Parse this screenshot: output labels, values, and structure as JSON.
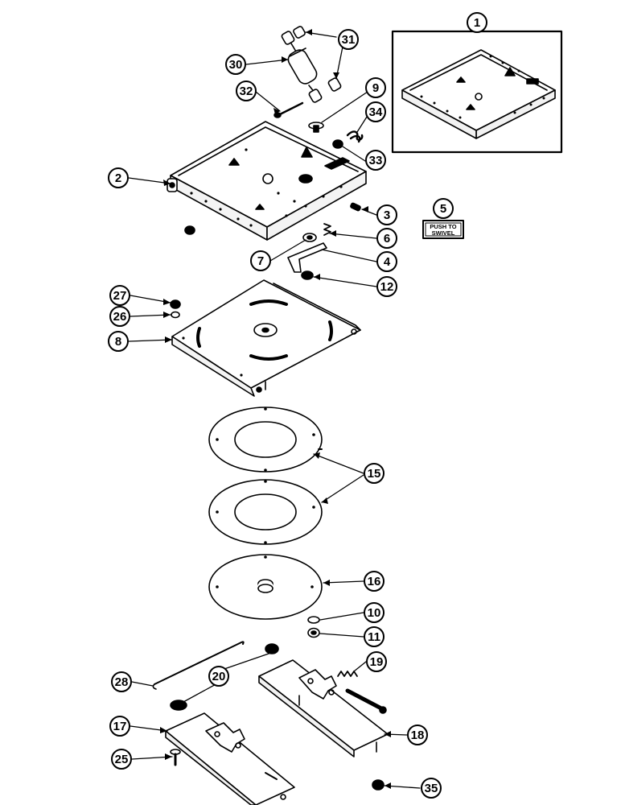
{
  "diagram": {
    "decal_text_line1": "PUSH TO",
    "decal_text_line2": "SWIVEL",
    "callouts": [
      "1",
      "2",
      "3",
      "4",
      "5",
      "6",
      "7",
      "8",
      "9",
      "10",
      "11",
      "12",
      "15",
      "16",
      "17",
      "18",
      "19",
      "20",
      "25",
      "26",
      "27",
      "28",
      "30",
      "31",
      "32",
      "33",
      "34",
      "35"
    ]
  }
}
